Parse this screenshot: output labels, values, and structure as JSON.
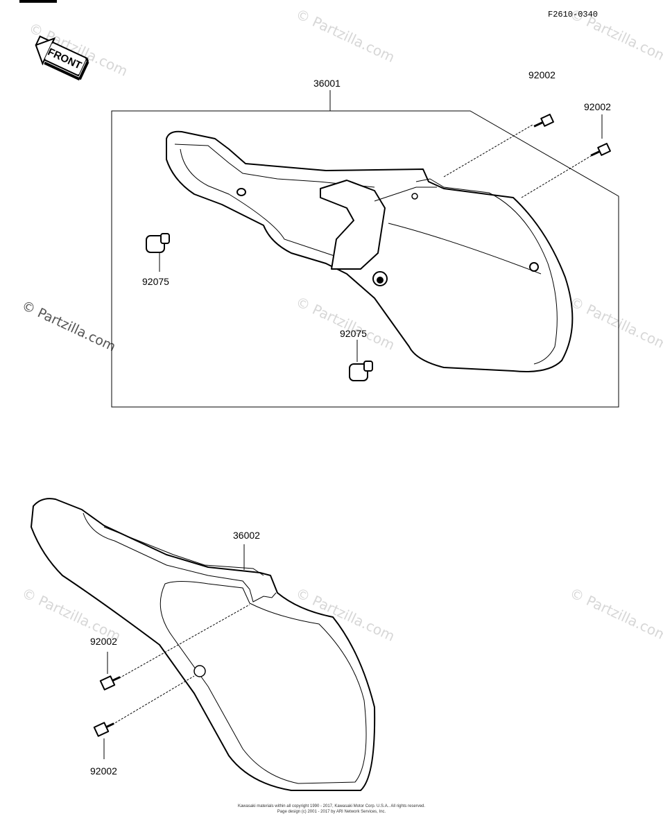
{
  "diagram_code": "F2610-0340",
  "front_label": "FRONT",
  "watermark": "© Partzilla.com",
  "parts": {
    "cover_left": "36001",
    "cover_right": "36002",
    "bolt_top_a": "92002",
    "bolt_top_b": "92002",
    "damper_a": "92075",
    "damper_b": "92075",
    "bolt_bottom_a": "92002",
    "bolt_bottom_b": "92002"
  },
  "footer": {
    "line1": "Kawasaki materials within all copyright 1990 - 2017, Kawasaki Motor Corp. U.S.A.. All rights reserved.",
    "line2": "Page design (c) 2001 - 2017 by ARI Network Services, Inc."
  }
}
